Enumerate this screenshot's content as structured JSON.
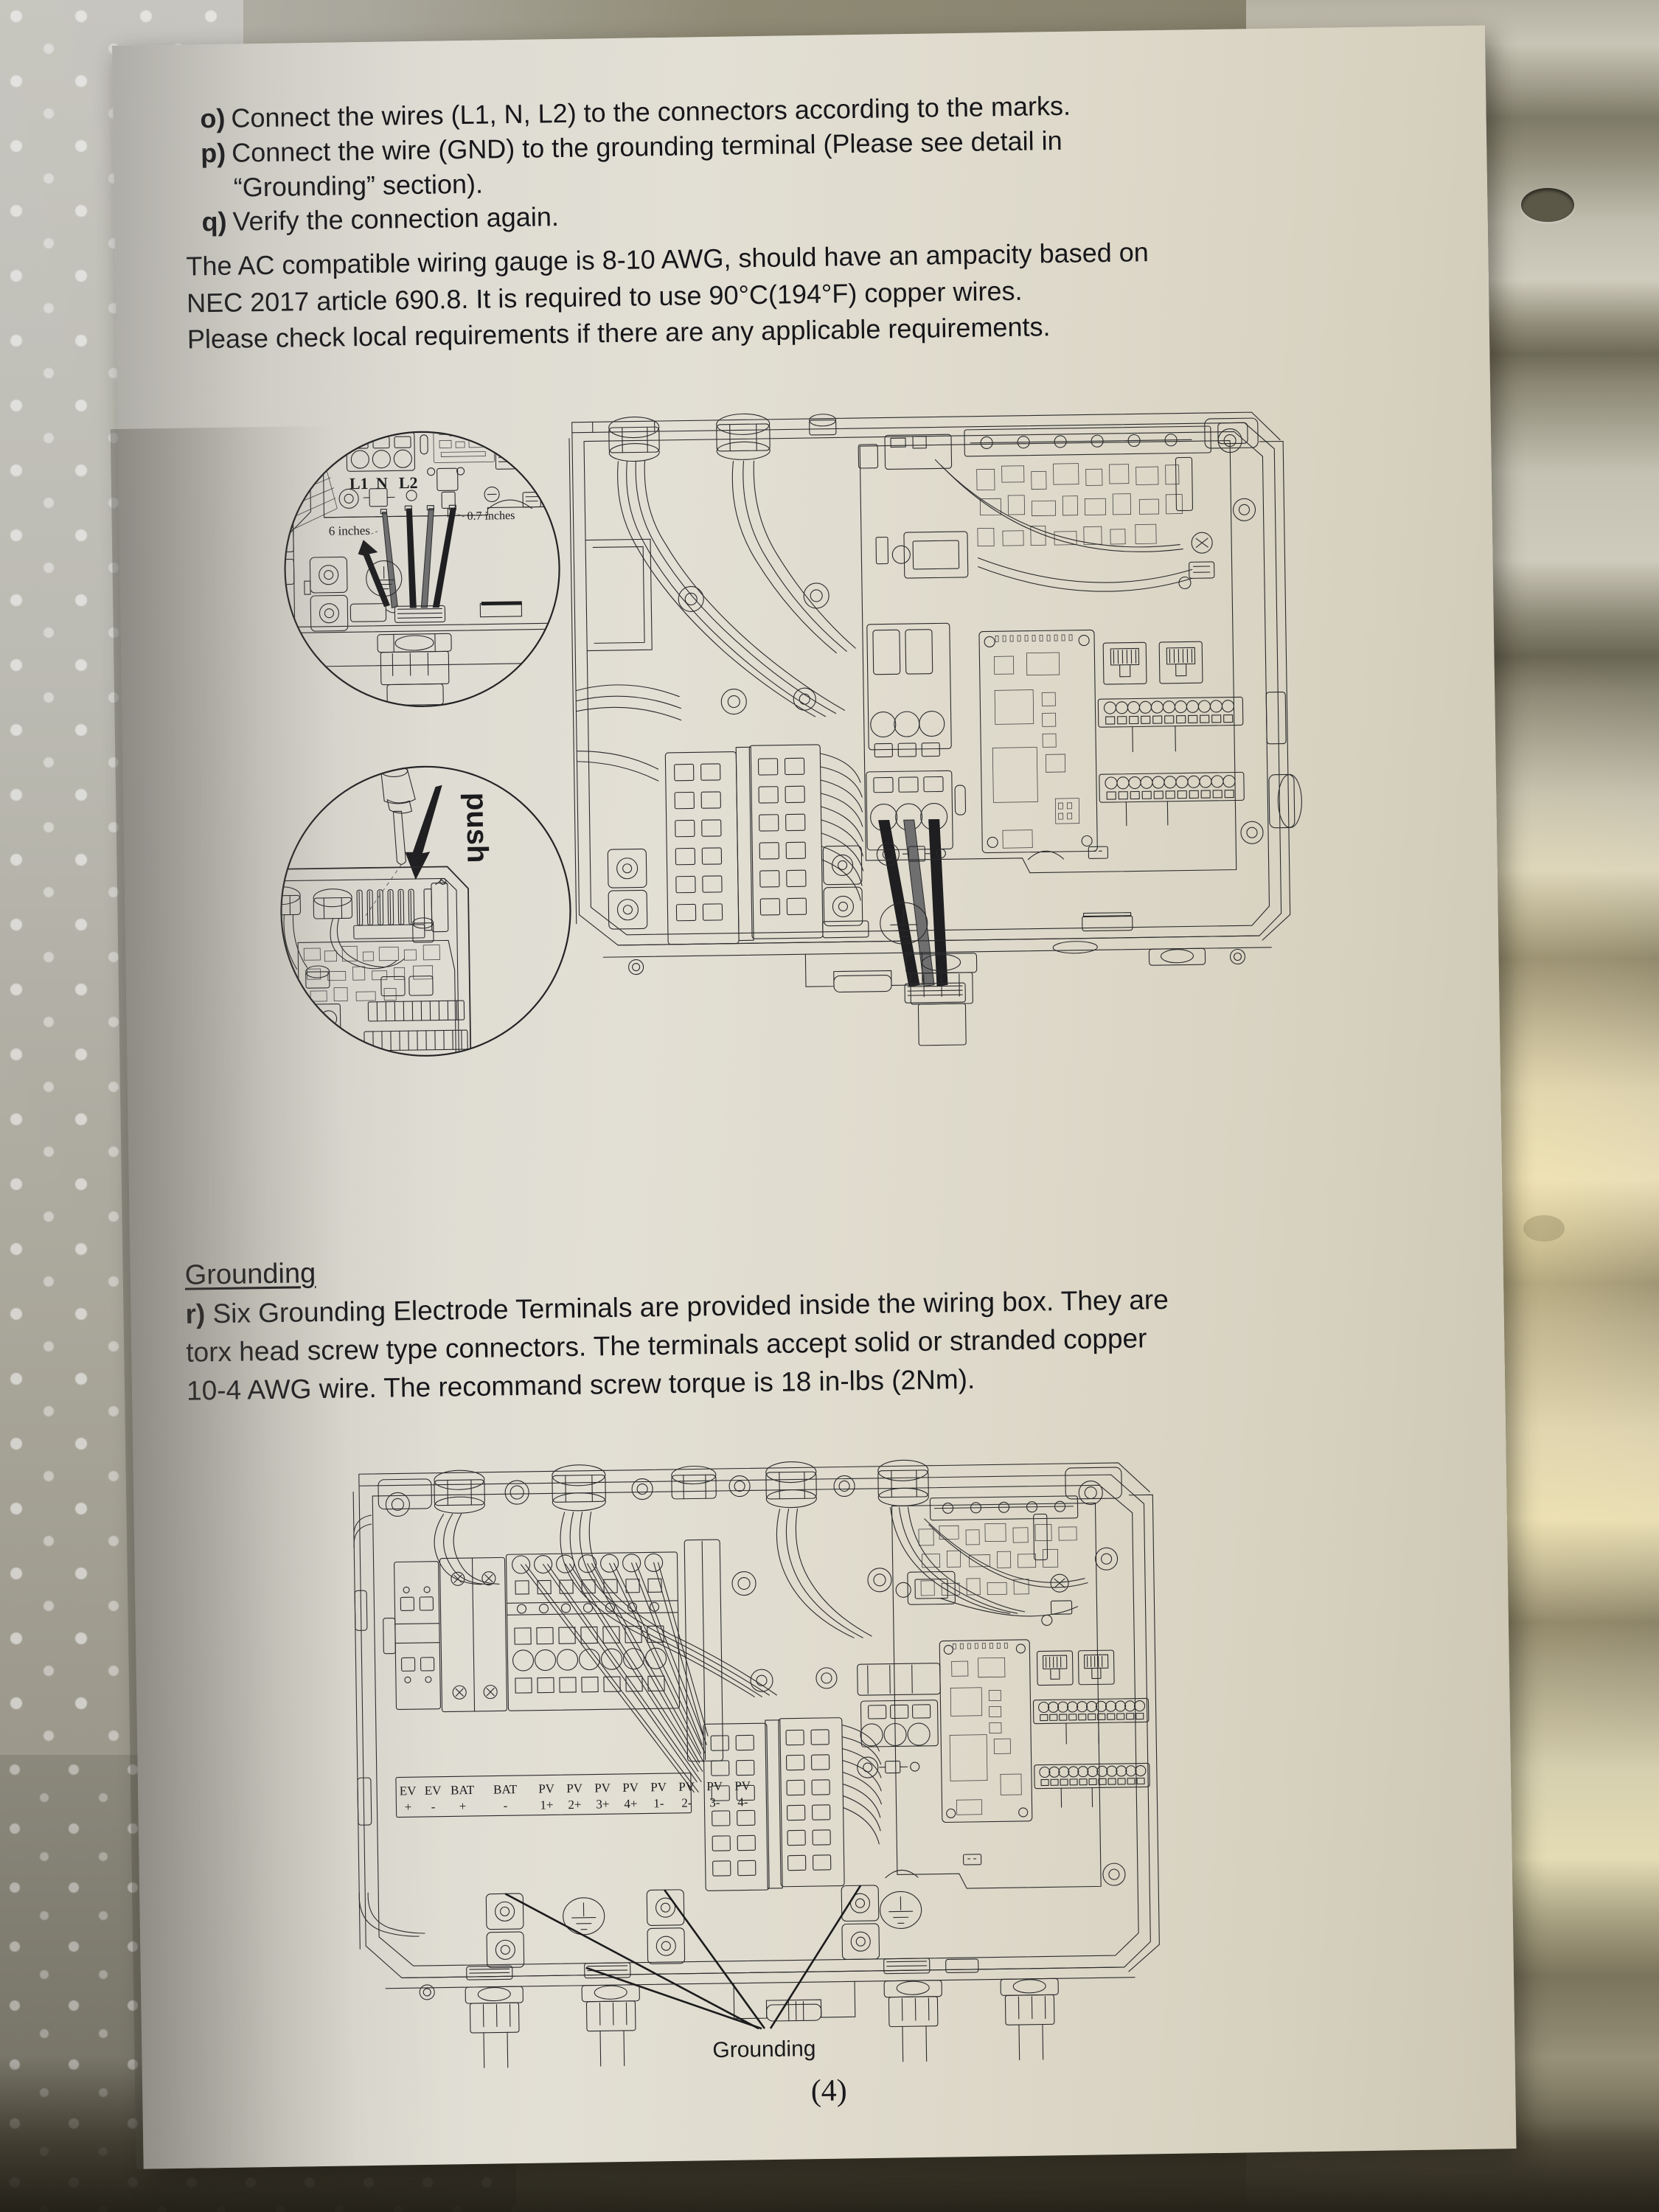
{
  "document": {
    "type": "installation-manual-page",
    "page_number": "(4)"
  },
  "steps": [
    {
      "letter": "o)",
      "text": "Connect the wires (L1, N, L2) to the connectors according to the marks."
    },
    {
      "letter": "p)",
      "text": "Connect the wire (GND) to the grounding terminal (Please see detail in",
      "continuation": "“Grounding” section)."
    },
    {
      "letter": "q)",
      "text": "Verify the connection again."
    }
  ],
  "paragraph": {
    "lines": [
      "The AC compatible wiring gauge is 8-10 AWG, should have an ampacity based on",
      "NEC 2017 article 690.8. It is required to use 90°C(194°F) copper wires.",
      "Please check local requirements if there are any applicable requirements."
    ]
  },
  "grounding_section": {
    "heading": "Grounding",
    "marker": "r)",
    "lines": [
      " Six Grounding Electrode Terminals are provided inside the wiring box. They are",
      "torx head screw type connectors. The terminals accept solid or stranded copper",
      "10-4 AWG wire. The recommand screw torque is 18 in-lbs (2Nm)."
    ]
  },
  "figures": {
    "detail_wiring": {
      "name": "ac-terminal-detail",
      "labels": {
        "l1": "L1",
        "n": "N",
        "l2": "L2",
        "length_long": "6 inches",
        "length_short": "0.7 inches"
      }
    },
    "detail_push": {
      "name": "screwdriver-push-detail",
      "labels": {
        "push": "push"
      }
    },
    "main_diagram": {
      "name": "wiring-box-interior-ac-wiring"
    },
    "bottom_diagram": {
      "name": "wiring-box-grounding-overview",
      "callout": "Grounding",
      "terminal_strip": {
        "top_row": [
          "EV",
          "EV",
          "BAT",
          "BAT",
          "PV",
          "PV",
          "PV",
          "PV",
          "PV",
          "PV",
          "PV",
          "PV"
        ],
        "bottom_row": [
          "+",
          "-",
          "+",
          "-",
          "1+",
          "2+",
          "3+",
          "4+",
          "1-",
          "2-",
          "3-",
          "4-"
        ]
      }
    }
  },
  "colors": {
    "paper": "#ded9ca",
    "ink": "#16161a",
    "line": "#2a2a2c",
    "background_metal": "#a9a79c",
    "glow": "#ffecaa"
  }
}
